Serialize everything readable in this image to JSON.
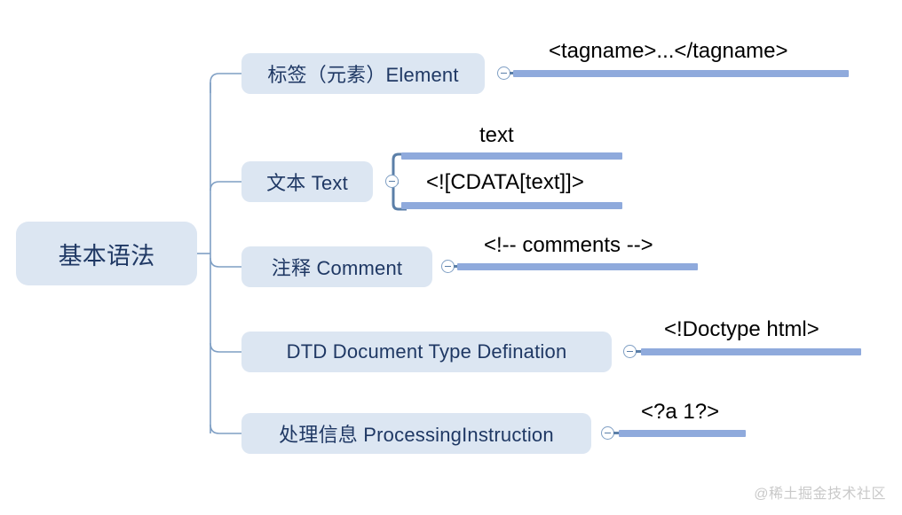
{
  "diagram": {
    "type": "mindmap",
    "root": {
      "label": "基本语法"
    },
    "branches": [
      {
        "label": "标签（元素）Element",
        "toggle_icon": "circle-minus-icon",
        "leaves": [
          {
            "text": "<tagname>...</tagname>"
          }
        ]
      },
      {
        "label": "文本 Text",
        "toggle_icon": "circle-minus-icon",
        "leaves": [
          {
            "text": "text"
          },
          {
            "text": "<![CDATA[text]]>"
          }
        ]
      },
      {
        "label": "注释 Comment",
        "toggle_icon": "circle-minus-icon",
        "leaves": [
          {
            "text": "<!-- comments -->"
          }
        ]
      },
      {
        "label": "DTD Document Type Defination",
        "toggle_icon": "circle-minus-icon",
        "leaves": [
          {
            "text": "<!Doctype html>"
          }
        ]
      },
      {
        "label": "处理信息 ProcessingInstruction",
        "toggle_icon": "circle-minus-icon",
        "leaves": [
          {
            "text": "<?a 1?>"
          }
        ]
      }
    ]
  },
  "watermark": {
    "text": "@稀土掘金技术社区"
  },
  "colors": {
    "node_fill": "#dce6f2",
    "node_text": "#1f3864",
    "connector": "#7f9fc4",
    "leaf_bar": "#8faadc",
    "leaf_text": "#000000",
    "background": "#ffffff",
    "watermark_text": "#c9c9c9"
  }
}
